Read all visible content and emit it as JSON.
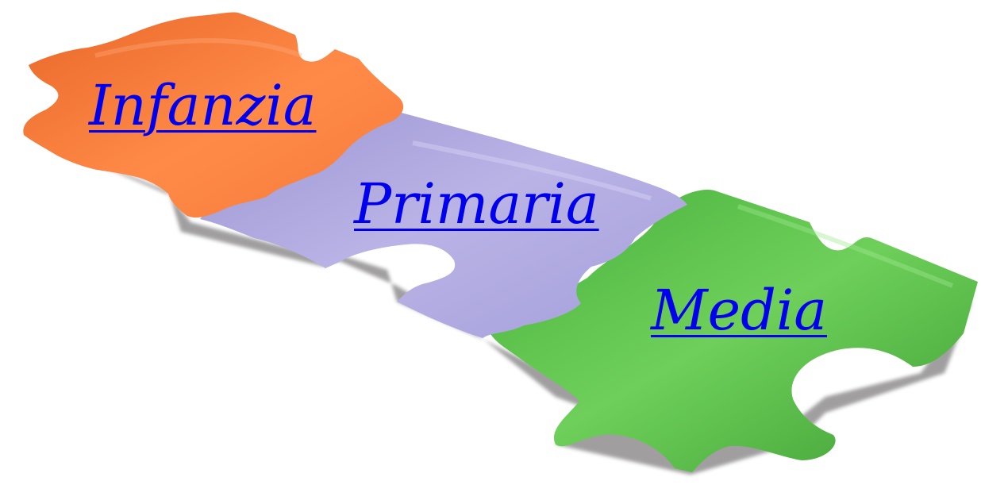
{
  "links": {
    "infanzia": "Infanzia",
    "primaria": "Primaria",
    "media": "Media"
  },
  "colors": {
    "piece_infanzia": "#f47a3a",
    "piece_primaria": "#a9a4dc",
    "piece_media": "#5cc04c",
    "link": "#0000ee",
    "background": "#ffffff"
  },
  "icons": {
    "puzzle": "puzzle-pieces-icon"
  }
}
